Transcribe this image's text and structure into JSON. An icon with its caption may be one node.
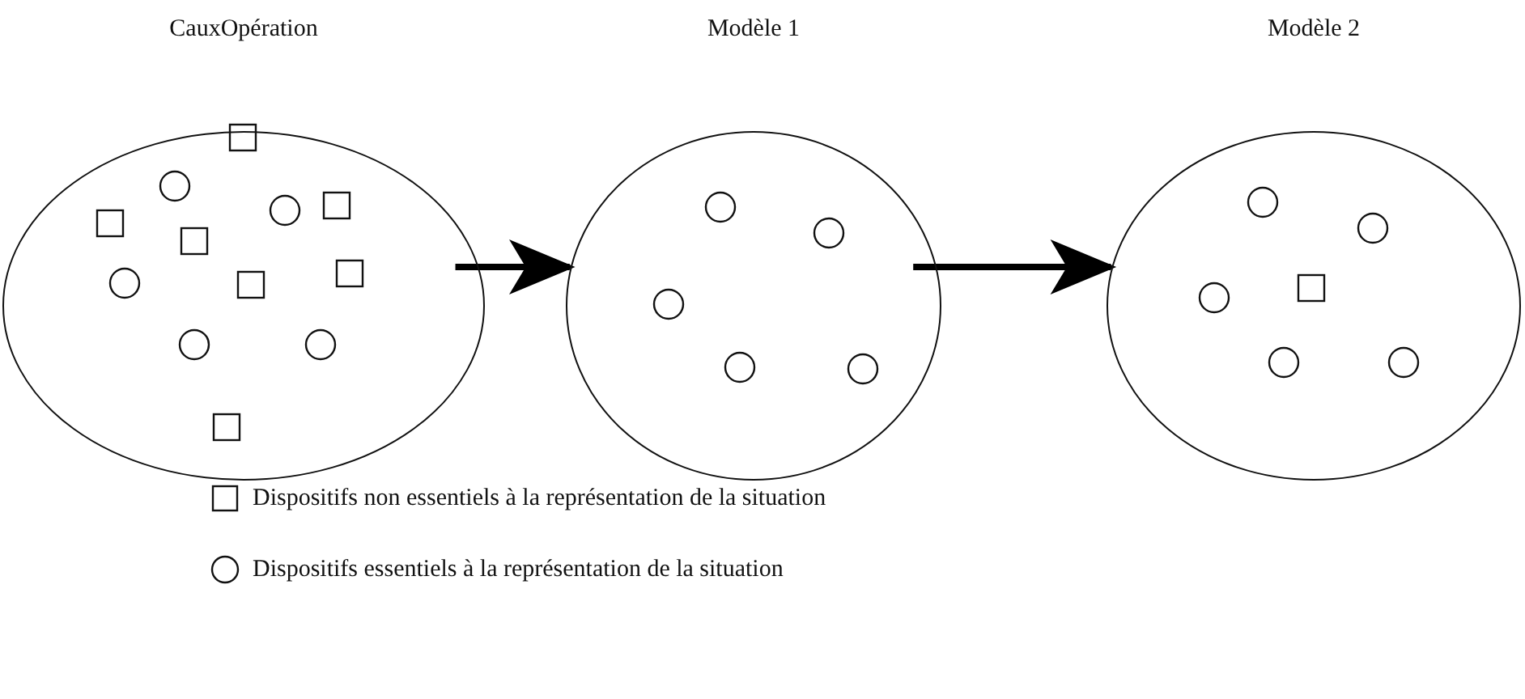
{
  "diagram": {
    "nodes": [
      {
        "text": [
          "CauxOpération"
        ]
      },
      {
        "text": [
          "Modèle 1"
        ]
      },
      {
        "text": [
          "Modèle 2"
        ]
      }
    ],
    "edges": [
      {
        "from": 0,
        "to": 1,
        "arrow": "to"
      },
      {
        "from": 1,
        "to": 2,
        "arrow": "to"
      }
    ],
    "legend": [
      {
        "text": "Dispositifs non essentiels à la représentation de la situation"
      },
      {
        "text": "Dispositifs essentiels à la représentation de la situation"
      }
    ]
  }
}
